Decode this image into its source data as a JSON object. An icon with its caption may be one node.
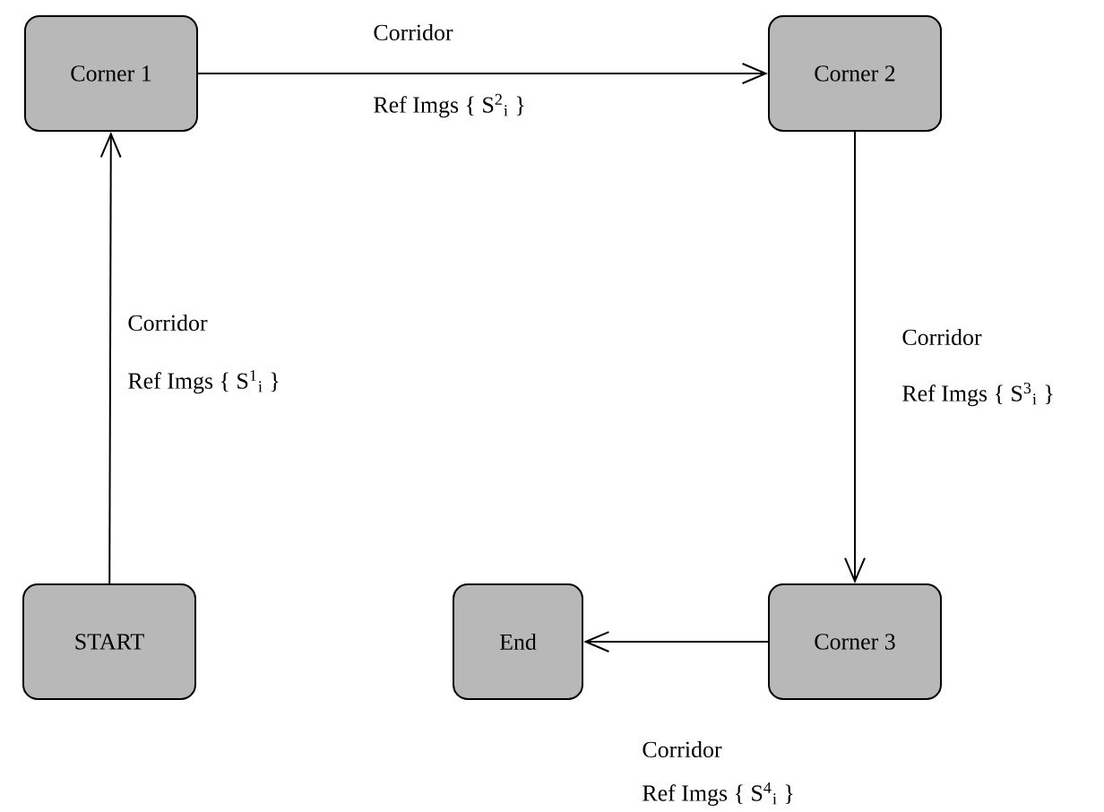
{
  "diagram": {
    "nodes": [
      {
        "text": [
          "Corner 1"
        ]
      },
      {
        "text": [
          "Corner 2"
        ]
      },
      {
        "text": [
          "START"
        ]
      },
      {
        "text": [
          "End"
        ]
      },
      {
        "text": [
          "Corner 3"
        ]
      }
    ],
    "edges": [
      {
        "from": 2,
        "to": 0,
        "arrow": "to",
        "label": "Corridor"
      },
      {
        "from": 0,
        "to": 1,
        "arrow": "to",
        "label": "Corridor"
      },
      {
        "from": 1,
        "to": 4,
        "arrow": "to",
        "label": "Corridor"
      },
      {
        "from": 4,
        "to": 3,
        "arrow": "to",
        "label": "Corridor"
      }
    ],
    "labels": [
      "Ref Imgs { S$^{2}$$_{i}$ }",
      "Ref Imgs { S$^{1}$$_{i}$ }",
      "Ref Imgs { S$^{3}$$_{i}$ }",
      "Ref Imgs { S$^{4}$$_{i}$ }"
    ]
  }
}
